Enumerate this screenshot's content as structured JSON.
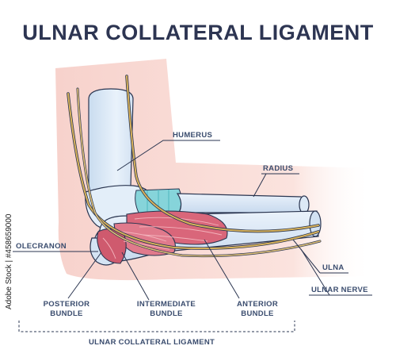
{
  "title": "ULNAR COLLATERAL LIGAMENT",
  "labels": {
    "humerus": "HUMERUS",
    "radius": "RADIUS",
    "olecranon": "OLECRANON",
    "ulna": "ULNA",
    "ulnar_nerve": "ULNAR NERVE",
    "posterior_bundle": [
      "POSTERIOR",
      "BUNDLE"
    ],
    "intermediate_bundle": [
      "INTERMEDIATE",
      "BUNDLE"
    ],
    "anterior_bundle": [
      "ANTERIOR",
      "BUNDLE"
    ],
    "group": "ULNAR COLLATERAL LIGAMENT"
  },
  "stock": {
    "side_id": "Adobe Stock | #458659000"
  },
  "colors": {
    "title": "#2d3552",
    "label": "#3a4c6e",
    "skin": "#f7d6d0",
    "bone": "#dce9f6",
    "bone_outline": "#2a3550",
    "muscle": "#d9667a",
    "muscle_light": "#ee9aa6",
    "cartilage": "#7fd3d8",
    "nerve": "#d8b25a"
  }
}
